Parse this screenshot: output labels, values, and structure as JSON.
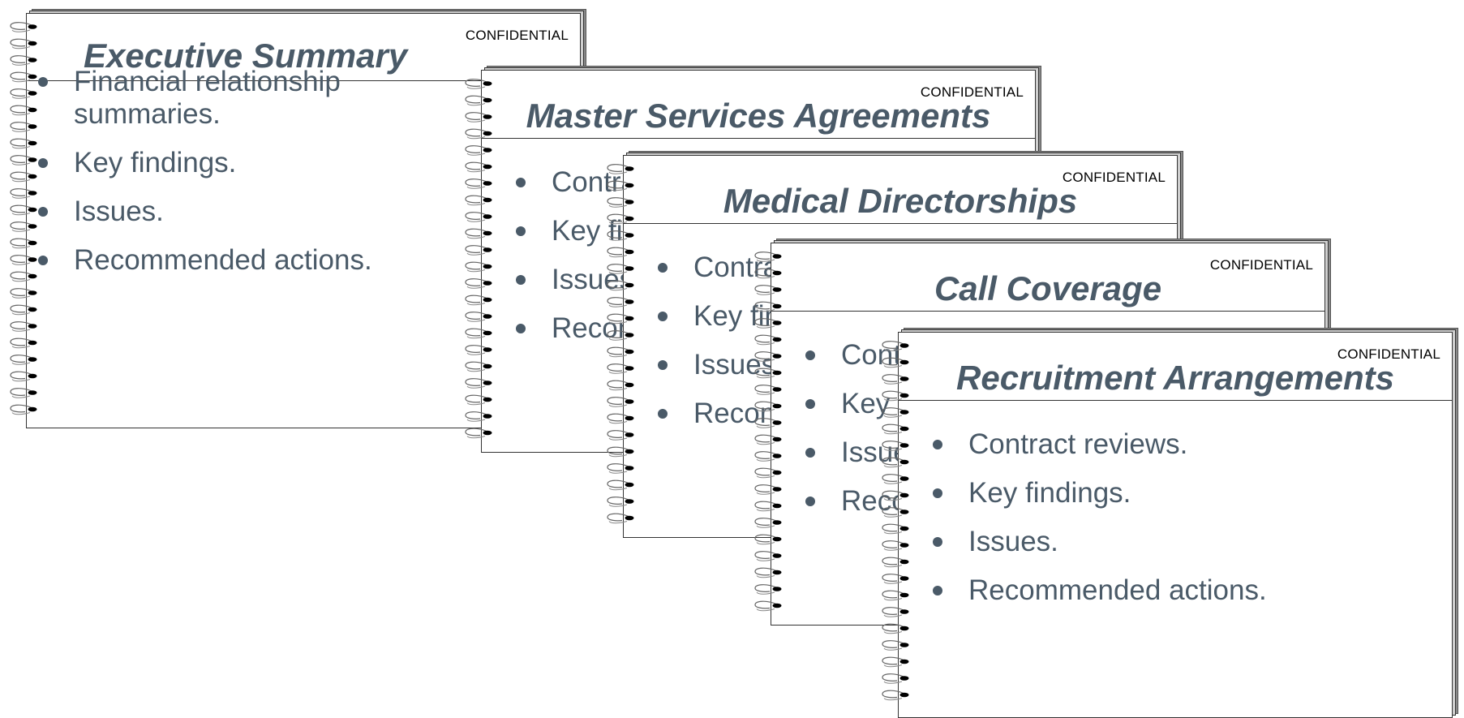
{
  "confidential_label": "CONFIDENTIAL",
  "colors": {
    "title": "#4a5a68",
    "text": "#4a5a68",
    "border": "#333333"
  },
  "icons": {
    "binding": "spiral-binding-icon",
    "bullet": "bullet-dot-icon"
  },
  "cards": [
    {
      "title": "Executive Summary",
      "bullets": [
        "Financial relationship summaries.",
        "Key findings.",
        "Issues.",
        "Recommended actions."
      ]
    },
    {
      "title": "Master Services Agreements",
      "bullets": [
        "Contract reviews.",
        "Key findings.",
        "Issues.",
        "Recommended actions."
      ]
    },
    {
      "title": "Medical Directorships",
      "bullets": [
        "Contract reviews.",
        "Key findings.",
        "Issues.",
        "Recommended actions."
      ]
    },
    {
      "title": "Call Coverage",
      "bullets": [
        "Contract reviews.",
        "Key findings.",
        "Issues.",
        "Recommended actions."
      ]
    },
    {
      "title": "Recruitment Arrangements",
      "bullets": [
        "Contract reviews.",
        "Key findings.",
        "Issues.",
        "Recommended actions."
      ]
    }
  ]
}
